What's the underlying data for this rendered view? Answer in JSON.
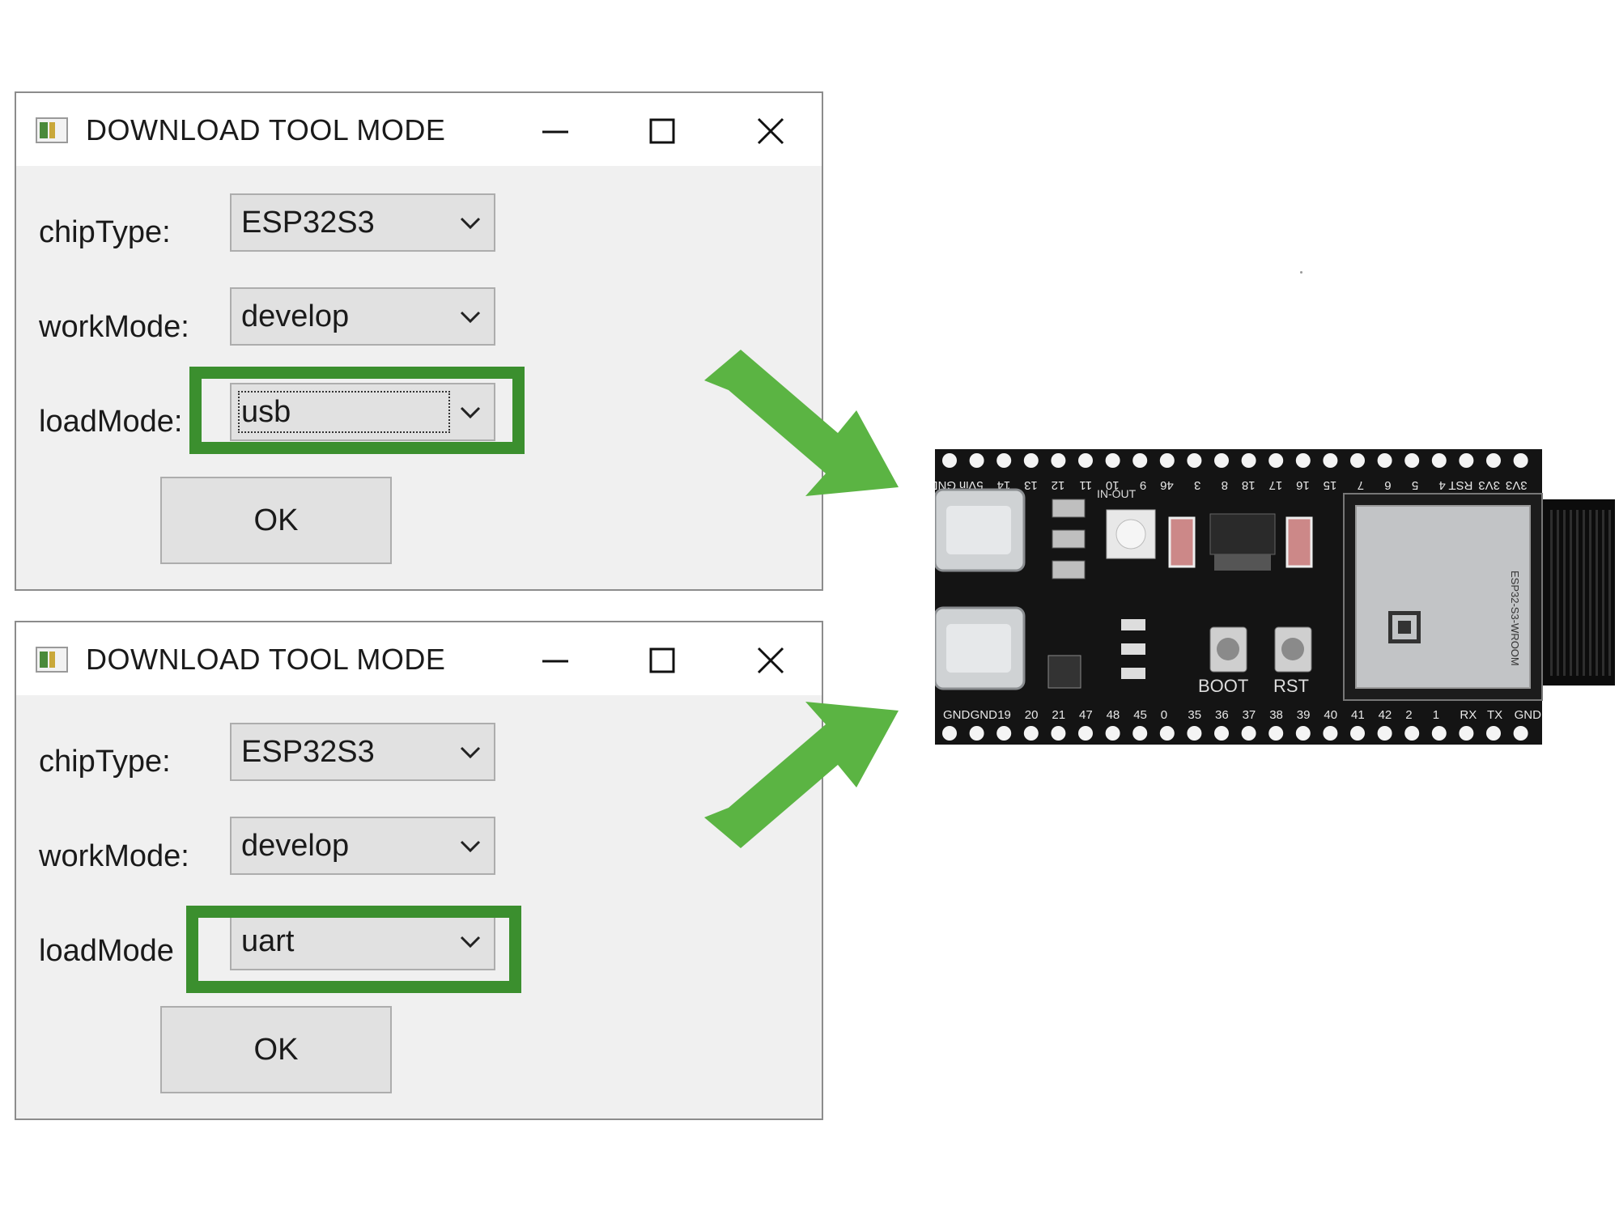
{
  "dialogs": [
    {
      "title": "DOWNLOAD TOOL MODE",
      "fields": {
        "chip_label": "chipType:",
        "chip_value": "ESP32S3",
        "work_label": "workMode:",
        "work_value": "develop",
        "load_label": "loadMode:",
        "load_value": "usb"
      },
      "ok_label": "OK"
    },
    {
      "title": "DOWNLOAD TOOL MODE",
      "fields": {
        "chip_label": "chipType:",
        "chip_value": "ESP32S3",
        "work_label": "workMode:",
        "work_value": "develop",
        "load_label": "loadMode",
        "load_value": "uart"
      },
      "ok_label": "OK"
    }
  ],
  "board": {
    "top_pins": [
      "GND",
      "5Vin",
      "14",
      "13",
      "12",
      "11",
      "10",
      "9",
      "46",
      "3",
      "8",
      "18",
      "17",
      "16",
      "15",
      "7",
      "6",
      "5",
      "4",
      "RST",
      "3V3",
      "3V3"
    ],
    "bottom_pins": [
      "GND",
      "GND",
      "19",
      "20",
      "21",
      "47",
      "48",
      "45",
      "0",
      "35",
      "36",
      "37",
      "38",
      "39",
      "40",
      "41",
      "42",
      "2",
      "1",
      "RX",
      "TX",
      "GND"
    ],
    "boot_label": "BOOT",
    "rst_label": "RST",
    "led_label": "IN-OUT",
    "module_label": "ESP32-S3-WROOM"
  },
  "colors": {
    "highlight": "#3b8f2e",
    "arrow": "#5bb443",
    "board": "#141414"
  },
  "icons": [
    "app-icon",
    "minimize-icon",
    "maximize-icon",
    "close-icon",
    "chevron-down-icon",
    "green-arrow-icon"
  ]
}
